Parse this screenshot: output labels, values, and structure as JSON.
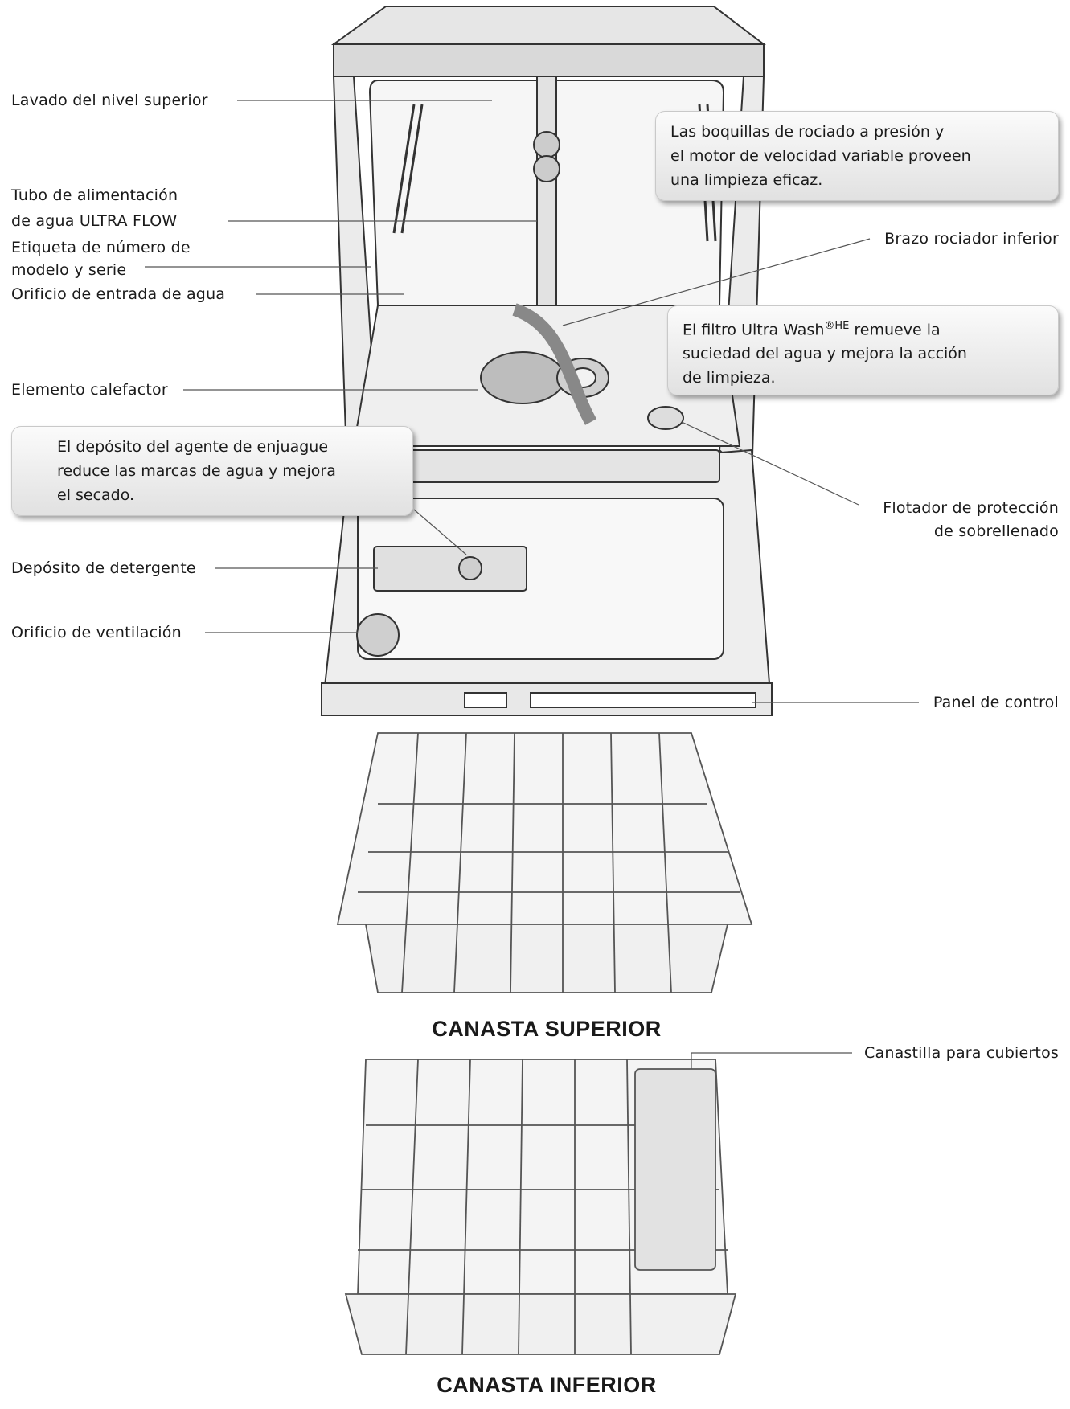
{
  "labels": {
    "upper_wash": "Lavado del nivel superior",
    "feed_tube_line1": "Tubo de alimentación",
    "feed_tube_line2": "de agua ULTRA FLOW",
    "model_label_line1": "Etiqueta de número de",
    "model_label_line2": "modelo y serie",
    "water_inlet": "Orificio de entrada de agua",
    "heating_element": "Elemento calefactor",
    "detergent_dispenser": "Depósito de detergente",
    "vent": "Orificio de ventilación",
    "lower_spray_arm": "Brazo rociador inferior",
    "overfill_float_line1": "Flotador de protección",
    "overfill_float_line2": "de sobrellenado",
    "control_panel": "Panel de control",
    "silverware_basket": "Canastilla para cubiertos"
  },
  "callouts": {
    "nozzles": [
      "Las boquillas de rociado a presión y",
      "el motor de velocidad variable proveen",
      "una limpieza eficaz."
    ],
    "filter": [
      "El filtro Ultra Wash",
      "®HE",
      " remueve la",
      "suciedad del agua y mejora la acción",
      "de limpieza."
    ],
    "rinse_aid": [
      "El depósito del agente de enjuague",
      "reduce las marcas de agua y mejora",
      "el secado."
    ]
  },
  "captions": {
    "upper_rack": "CANASTA SUPERIOR",
    "lower_rack": "CANASTA INFERIOR"
  }
}
